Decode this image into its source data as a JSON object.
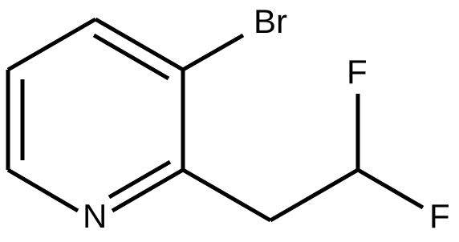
{
  "molecule": {
    "atoms": {
      "br": "Br",
      "n": "N",
      "f_top": "F",
      "f_bottom": "F"
    }
  },
  "colors": {
    "bond": "#000000",
    "label": "#000000",
    "background": "#ffffff"
  }
}
